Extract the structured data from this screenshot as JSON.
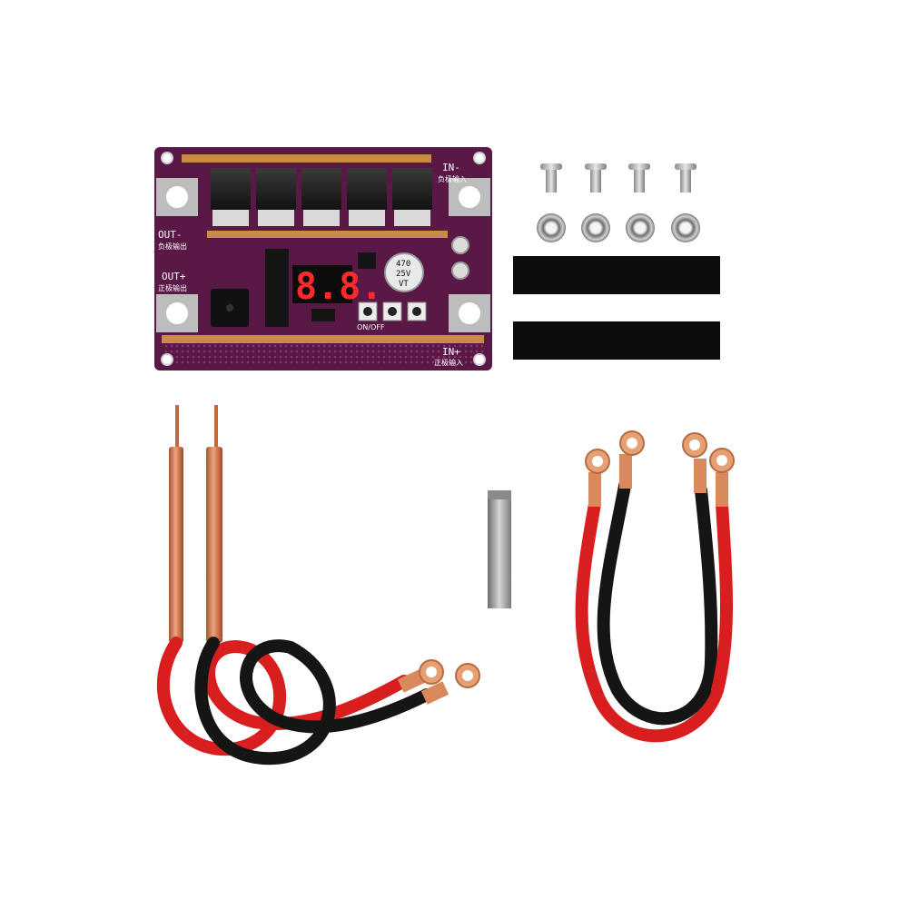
{
  "board": {
    "label_in_neg": "IN-",
    "label_in_neg_cn": "负极输入",
    "label_in_pos": "IN+",
    "label_in_pos_cn": "正极输入",
    "label_out_neg": "OUT-",
    "label_out_neg_cn": "负极输出",
    "label_out_pos": "OUT+",
    "label_out_pos_cn": "正极输出",
    "display_value": "8.8.",
    "capacitor_line1": "470",
    "capacitor_line2": "25V",
    "capacitor_line3": "VT",
    "button_label": "ON/OFF",
    "color_pcb": "#5a1846",
    "color_copper": "#c98a4a"
  },
  "hardware": {
    "screws": 4,
    "nuts": 4,
    "tape_strips": 2
  },
  "cables": {
    "red": "#d81e1e",
    "black": "#151515",
    "copper": "#d98a5c"
  }
}
